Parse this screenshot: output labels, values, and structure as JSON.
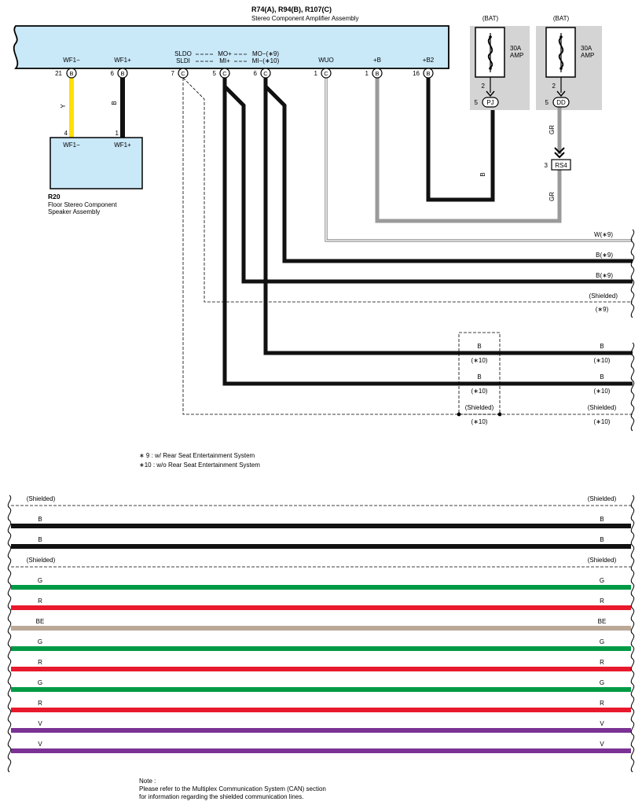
{
  "amplifier": {
    "title": "R74(A), R94(B), R107(C)",
    "subtitle": "Stereo Component Amplifier Assembly",
    "pins": [
      {
        "name": "WF1−",
        "num": "21",
        "conn": "B"
      },
      {
        "name": "WF1+",
        "num": "6",
        "conn": "B"
      },
      {
        "name": "",
        "num": "7",
        "conn": "C"
      },
      {
        "name": "",
        "num": "5",
        "conn": "C"
      },
      {
        "name": "",
        "num": "6",
        "conn": "C"
      },
      {
        "name": "WUO",
        "num": "1",
        "conn": "C"
      },
      {
        "name": "+B",
        "num": "1",
        "conn": "B"
      },
      {
        "name": "+B2",
        "num": "16",
        "conn": "B"
      }
    ],
    "slsd": {
      "sldo": "SLDO",
      "sldi": "SLDI",
      "mop": "MO+",
      "mip": "MI+",
      "mom": "MO−(∗9)",
      "mim": "MI−(∗10)"
    }
  },
  "speaker": {
    "id": "R20",
    "name1": "Floor Stereo Component",
    "name2": "Speaker Assembly",
    "pin_left": {
      "name": "WF1−",
      "num": "4"
    },
    "pin_right": {
      "name": "WF1+",
      "num": "1"
    },
    "wire_left_color": "Y",
    "wire_right_color": "B"
  },
  "fuses": [
    {
      "source": "(BAT)",
      "rating1": "30A",
      "rating2": "AMP",
      "pin_top": "2",
      "pin_bottom": "5",
      "conn": "PJ",
      "wire": "B"
    },
    {
      "source": "(BAT)",
      "rating1": "30A",
      "rating2": "AMP",
      "pin_top": "2",
      "pin_bottom": "5",
      "conn": "DD",
      "wire_top": "GR",
      "wire_bottom": "GR"
    }
  ],
  "rs4": {
    "pin": "3",
    "label": "RS4"
  },
  "right_labels": {
    "w9": "W(∗9)",
    "b9a": "B(∗9)",
    "b9b": "B(∗9)",
    "shielded": "(Shielded)",
    "n9": "(∗9)",
    "b": "B",
    "n10": "(∗10)"
  },
  "notes": {
    "n9": "∗ 9 : w/ Rear Seat Entertainment System",
    "n10": "∗10 : w/o Rear Seat Entertainment System",
    "note_title": "Note :",
    "note_l1": "Please refer to the Multiplex Communication System (CAN) section",
    "note_l2": "for information regarding the shielded communication lines."
  },
  "bottom_lines": [
    {
      "label": "(Shielded)",
      "kind": "dashed",
      "color": "#000000"
    },
    {
      "label": "B",
      "kind": "wire",
      "color": "#111111"
    },
    {
      "label": "B",
      "kind": "wire",
      "color": "#111111"
    },
    {
      "label": "(Shielded)",
      "kind": "dashed",
      "color": "#000000"
    },
    {
      "label": "G",
      "kind": "wire",
      "color": "#009a44"
    },
    {
      "label": "R",
      "kind": "wire",
      "color": "#e8192c"
    },
    {
      "label": "BE",
      "kind": "wire",
      "color": "#bba897"
    },
    {
      "label": "G",
      "kind": "wire",
      "color": "#009a44"
    },
    {
      "label": "R",
      "kind": "wire",
      "color": "#e8192c"
    },
    {
      "label": "G",
      "kind": "wire",
      "color": "#009a44"
    },
    {
      "label": "R",
      "kind": "wire",
      "color": "#e8192c"
    },
    {
      "label": "V",
      "kind": "wire",
      "color": "#7b3294"
    },
    {
      "label": "V",
      "kind": "wire",
      "color": "#7b3294"
    }
  ],
  "colors": {
    "box": "#c9e8f8",
    "fusebox": "#d4d4d4",
    "yellow": "#ffe000",
    "gray": "#9a9a9a"
  }
}
